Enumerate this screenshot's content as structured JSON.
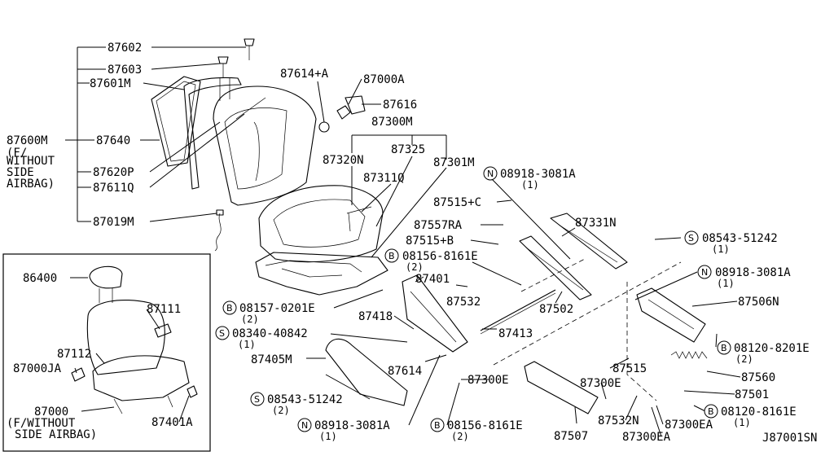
{
  "labels": {
    "p87602": "87602",
    "p87603": "87603",
    "p87601M": "87601M",
    "p87600M": "87600M",
    "p87600M_note1": "(F/",
    "p87600M_note2": "WITHOUT",
    "p87600M_note3": "SIDE",
    "p87600M_note4": "AIRBAG)",
    "p87640": "87640",
    "p87620P": "87620P",
    "p87611Q": "87611Q",
    "p87019M": "87019M",
    "p87614A": "87614+A",
    "p87000A": "87000A",
    "p87616": "87616",
    "p87300M": "87300M",
    "p87320N": "87320N",
    "p87325": "87325",
    "p87301M": "87301M",
    "p87311Q": "87311Q",
    "p08918a": "08918-3081A",
    "p08918a_q": "(1)",
    "p87515C": "87515+C",
    "p87557RA": "87557RA",
    "p87515B": "87515+B",
    "p87331N": "87331N",
    "p08543a": "08543-51242",
    "p08543a_q": "(1)",
    "p08156a": "08156-8161E",
    "p08156a_q": "(2)",
    "p08918b": "08918-3081A",
    "p08918b_q": "(1)",
    "p87401": "87401",
    "p87532": "87532",
    "p87502": "87502",
    "p08157": "08157-0201E",
    "p08157_q": "(2)",
    "p87418": "87418",
    "p87413": "87413",
    "p87506N": "87506N",
    "p08340": "08340-40842",
    "p08340_q": "(1)",
    "p87405M": "87405M",
    "p08120a": "08120-8201E",
    "p08120a_q": "(2)",
    "p87614": "87614",
    "p87515": "87515",
    "p87560": "87560",
    "p87300E_a": "87300E",
    "p87300E_b": "87300E",
    "p87501": "87501",
    "p08543b": "08543-51242",
    "p08543b_q": "(2)",
    "p08120b": "08120-8161E",
    "p08120b_q": "(1)",
    "p87532N": "87532N",
    "p87300EA_a": "87300EA",
    "p08918c": "08918-3081A",
    "p08918c_q": "(1)",
    "p08156b": "08156-8161E",
    "p08156b_q": "(2)",
    "p87507": "87507",
    "p87300EA_b": "87300EA",
    "p86400": "86400",
    "p87111": "87111",
    "p87112": "87112",
    "p87000JA": "87000JA",
    "p87000": "87000",
    "p87000_note1": "(F/WITHOUT",
    "p87000_note2": "SIDE AIRBAG)",
    "p87401A": "87401A",
    "diagram_code": "J87001SN"
  },
  "badges": {
    "n": "N",
    "s": "S",
    "b": "B"
  }
}
